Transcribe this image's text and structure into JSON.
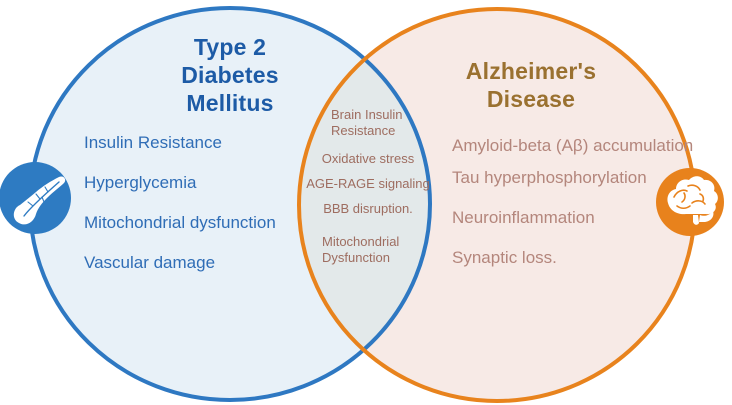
{
  "diagram": {
    "type": "venn",
    "left_circle": {
      "title_lines": [
        "Type 2",
        "Diabetes",
        "Mellitus"
      ],
      "items": [
        "Insulin Resistance",
        "Hyperglycemia",
        "Mitochondrial dysfunction",
        "Vascular damage"
      ],
      "icon": "pancreas-icon",
      "border_color": "#2e78c2",
      "fill_color": "#e8f1f8",
      "title_color": "#1d5ba6",
      "item_color": "#2f6db6",
      "icon_disk_color": "#2e7bc2"
    },
    "right_circle": {
      "title_lines": [
        "Alzheimer's",
        "Disease"
      ],
      "items": [
        "Amyloid-beta (Aβ) accumulation",
        "Tau hyperphosphorylation",
        "Neuroinflammation",
        "Synaptic loss."
      ],
      "icon": "brain-icon",
      "border_color": "#e8831d",
      "fill_color": "#f7eae6",
      "title_color": "#9a7130",
      "item_color": "#b4867c",
      "icon_disk_color": "#e8821c"
    },
    "overlap": {
      "items": [
        "Brain Insulin Resistance",
        "Oxidative stress",
        "AGE-RAGE signaling",
        "BBB disruption.",
        "Mitochondrial Dysfunction"
      ],
      "fill_color": "#e3e9ea",
      "item_color": "#9e6d60"
    }
  }
}
